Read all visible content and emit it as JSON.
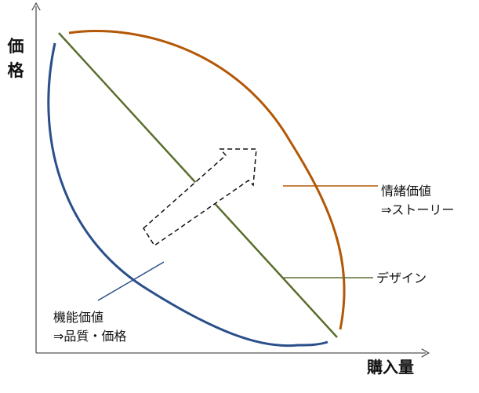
{
  "axes": {
    "y_label_lines": [
      "価",
      "格"
    ],
    "x_label": "購入量"
  },
  "labels": {
    "emotional": {
      "lines": [
        "情緒価値",
        "⇒ストーリー"
      ],
      "color": "#B35806"
    },
    "design": {
      "lines": [
        "デザイン"
      ],
      "color": "#5B6E2E"
    },
    "functional": {
      "lines": [
        "機能価値",
        "⇒品質・価格"
      ],
      "color": "#2A4F8A"
    }
  },
  "colors": {
    "axis": "#555555",
    "arrow": "#111111"
  }
}
